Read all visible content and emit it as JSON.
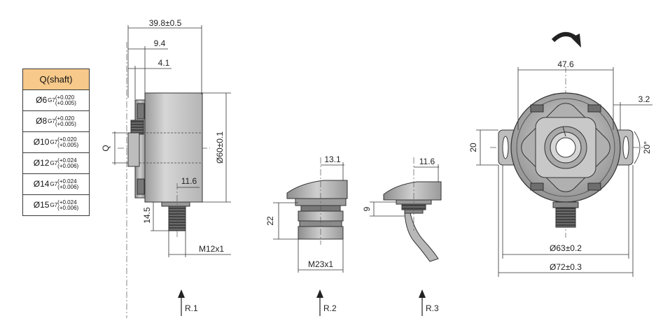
{
  "shaft_table": {
    "header": "Q(shaft)",
    "rows": [
      {
        "dia": "Ø6",
        "fit": "G7",
        "upper": "+0.020",
        "lower": "+0.005"
      },
      {
        "dia": "Ø8",
        "fit": "G7",
        "upper": "+0.020",
        "lower": "+0.005"
      },
      {
        "dia": "Ø10",
        "fit": "G7",
        "upper": "+0.020",
        "lower": "+0.005"
      },
      {
        "dia": "Ø12",
        "fit": "G7",
        "upper": "+0.024",
        "lower": "+0.006"
      },
      {
        "dia": "Ø14",
        "fit": "G7",
        "upper": "+0.024",
        "lower": "+0.006"
      },
      {
        "dia": "Ø15",
        "fit": "G7",
        "upper": "+0.024",
        "lower": "+0.006"
      }
    ]
  },
  "dimensions": {
    "side_length": "39.8±0.5",
    "side_9_4": "9.4",
    "side_4_1": "4.1",
    "q_label": "Q",
    "body_dia": "Ø60±0.1",
    "side_11_6": "11.6",
    "side_14_5": "14.5",
    "connector_thread": "M12x1",
    "r2_13_1": "13.1",
    "r2_22": "22",
    "r2_thread": "M23x1",
    "r3_11_6": "11.6",
    "r3_9": "9",
    "front_47_6": "47.6",
    "front_3_2": "3.2",
    "front_20": "20",
    "front_20deg": "20°",
    "front_63": "Ø63±0.2",
    "front_72": "Ø72±0.3"
  },
  "views": {
    "r1": "R.1",
    "r2": "R.2",
    "r3": "R.3"
  },
  "colors": {
    "body": "#c4c4c4",
    "body_dark": "#8a8a8a",
    "connector": "#555555",
    "table_header": "#f7c98a"
  }
}
